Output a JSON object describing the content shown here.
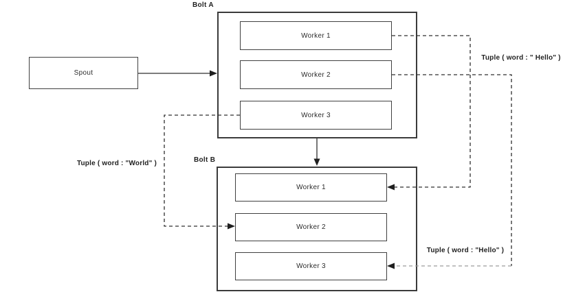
{
  "diagram": {
    "spout": {
      "label": "Spout"
    },
    "bolt_a": {
      "label": "Bolt A",
      "workers": [
        {
          "label": "Worker 1"
        },
        {
          "label": "Worker 2"
        },
        {
          "label": "Worker 3"
        }
      ]
    },
    "bolt_b": {
      "label": "Bolt B",
      "workers": [
        {
          "label": "Worker 1"
        },
        {
          "label": "Worker 2"
        },
        {
          "label": "Worker 3"
        }
      ]
    },
    "edge_labels": {
      "hello_top": "Tuple ( word : \" Hello\" )",
      "world_left": "Tuple ( word : \"World\" )",
      "hello_bottom": "Tuple ( word : \"Hello\" )"
    },
    "colors": {
      "background": "#ffffff",
      "line": "#2e2e2e",
      "line_light": "#9c9c9c",
      "text": "#1f1f1f"
    }
  }
}
